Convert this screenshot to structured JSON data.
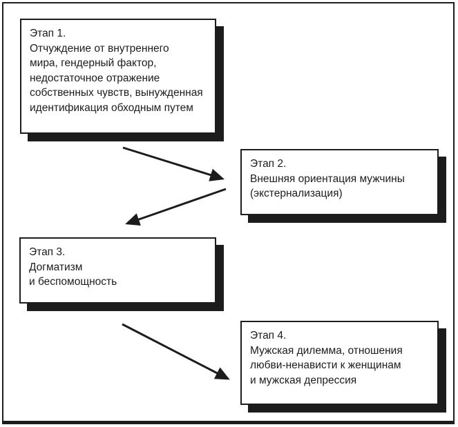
{
  "diagram": {
    "stages": [
      {
        "id": "stage-1",
        "text": "Этап 1.\nОтчуждение от внутреннего\nмира, гендерный фактор,\nнедостаточное отражение\nсобственных чувств, вынужденная\nидентификация обходным путем"
      },
      {
        "id": "stage-2",
        "text": "Этап 2.\nВнешняя ориентация мужчины\n(экстернализация)"
      },
      {
        "id": "stage-3",
        "text": "Этап 3.\nДогматизм\nи беспомощность"
      },
      {
        "id": "stage-4",
        "text": "Этап 4.\nМужская дилемма, отношения\nлюбви-ненависти к женщинам\nи мужская депрессия"
      }
    ],
    "arrows": [
      {
        "from": "stage-1",
        "to": "stage-2"
      },
      {
        "from": "stage-2",
        "to": "stage-3"
      },
      {
        "from": "stage-3",
        "to": "stage-4"
      }
    ],
    "colors": {
      "ink": "#1c1c1c",
      "background": "#ffffff"
    }
  }
}
